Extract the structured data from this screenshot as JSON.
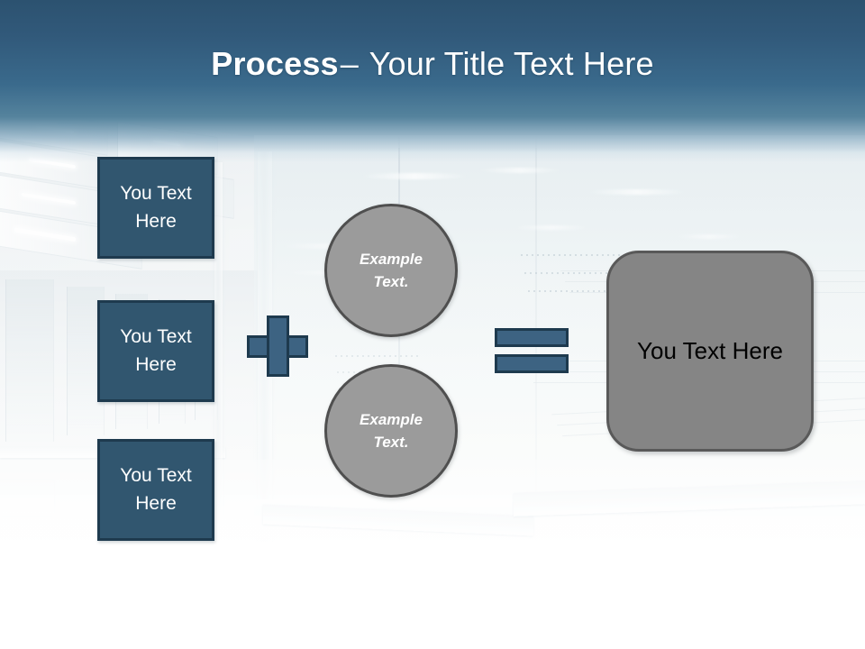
{
  "slide": {
    "title": {
      "bold_part": "Process",
      "dash": "–",
      "rest": "Your Title Text Here"
    },
    "background_description": "office-corridor-glass-partitions"
  },
  "colors": {
    "header_top": "#2c5270",
    "header_mid": "#3a6a8c",
    "box_blue_fill": "#31566f",
    "box_blue_border": "#1e3a4e",
    "operator_blue_fill": "#3d6382",
    "operator_blue_border": "#1e3a4e",
    "circle_gray_fill": "#9b9b9b",
    "circle_gray_border": "#4f4f4f",
    "panel_gray_fill": "#858585",
    "panel_gray_border": "#595959",
    "text_on_blue": "#ffffff",
    "text_on_circle": "#ffffff",
    "text_on_panel": "#000000"
  },
  "diagram": {
    "input_boxes": [
      {
        "label": "You Text Here"
      },
      {
        "label": "You Text Here"
      },
      {
        "label": "You Text Here"
      }
    ],
    "plus_operator": {
      "symbol": "+",
      "name": "plus-sign"
    },
    "circles": [
      {
        "line1": "Example",
        "line2": "Text."
      },
      {
        "line1": "Example",
        "line2": "Text."
      }
    ],
    "equals_operator": {
      "symbol": "=",
      "name": "equals-sign"
    },
    "result_panel": {
      "label": "You Text Here"
    }
  }
}
